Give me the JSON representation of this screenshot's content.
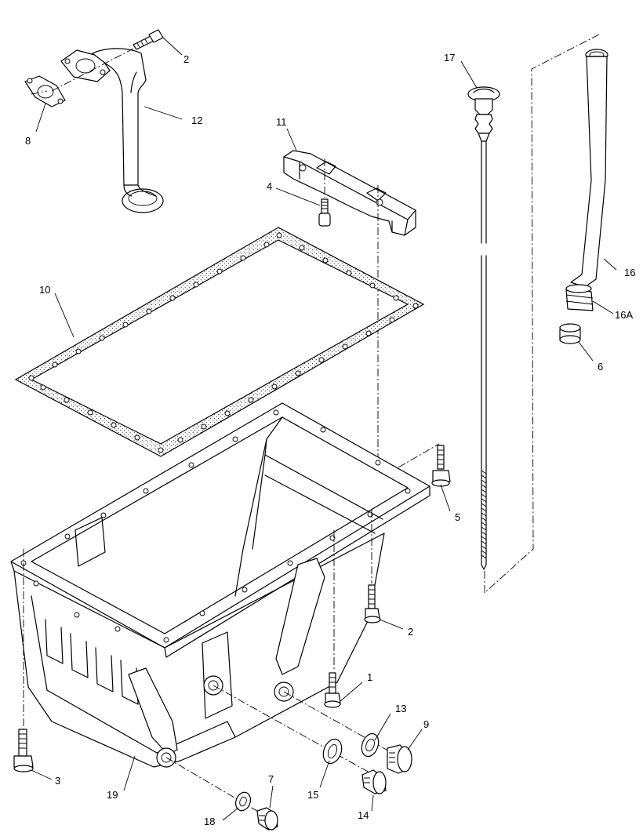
{
  "diagram": {
    "callouts": [
      {
        "id": "c1",
        "label": "1"
      },
      {
        "id": "c2a",
        "label": "2"
      },
      {
        "id": "c2b",
        "label": "2"
      },
      {
        "id": "c3",
        "label": "3"
      },
      {
        "id": "c4",
        "label": "4"
      },
      {
        "id": "c5",
        "label": "5"
      },
      {
        "id": "c6",
        "label": "6"
      },
      {
        "id": "c7",
        "label": "7"
      },
      {
        "id": "c8",
        "label": "8"
      },
      {
        "id": "c9",
        "label": "9"
      },
      {
        "id": "c10",
        "label": "10"
      },
      {
        "id": "c11",
        "label": "11"
      },
      {
        "id": "c12",
        "label": "12"
      },
      {
        "id": "c13",
        "label": "13"
      },
      {
        "id": "c14",
        "label": "14"
      },
      {
        "id": "c15",
        "label": "15"
      },
      {
        "id": "c16",
        "label": "16"
      },
      {
        "id": "c16a",
        "label": "16A"
      },
      {
        "id": "c17",
        "label": "17"
      },
      {
        "id": "c18",
        "label": "18"
      },
      {
        "id": "c19",
        "label": "19"
      }
    ]
  }
}
